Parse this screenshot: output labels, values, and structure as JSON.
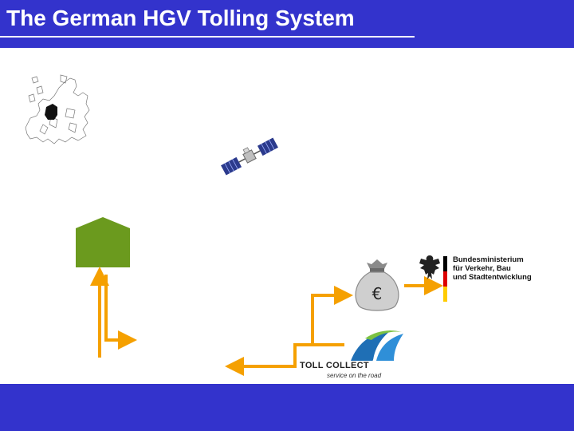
{
  "header": {
    "title": "The German HGV Tolling System"
  },
  "ministry": {
    "line1": "Bundesministerium",
    "line2": "für Verkehr, Bau",
    "line3": "und Stadtentwicklung"
  },
  "toll_collect": {
    "name": "TOLL COLLECT",
    "tagline": "service on the road"
  },
  "colors": {
    "header_blue": "#3333cc",
    "arrow_orange": "#f5a000",
    "building_green": "#6b9a1e"
  },
  "icons": [
    "europe-map",
    "satellite",
    "building",
    "money-bag-euro",
    "federal-eagle",
    "german-flag",
    "toll-collect-logo"
  ]
}
